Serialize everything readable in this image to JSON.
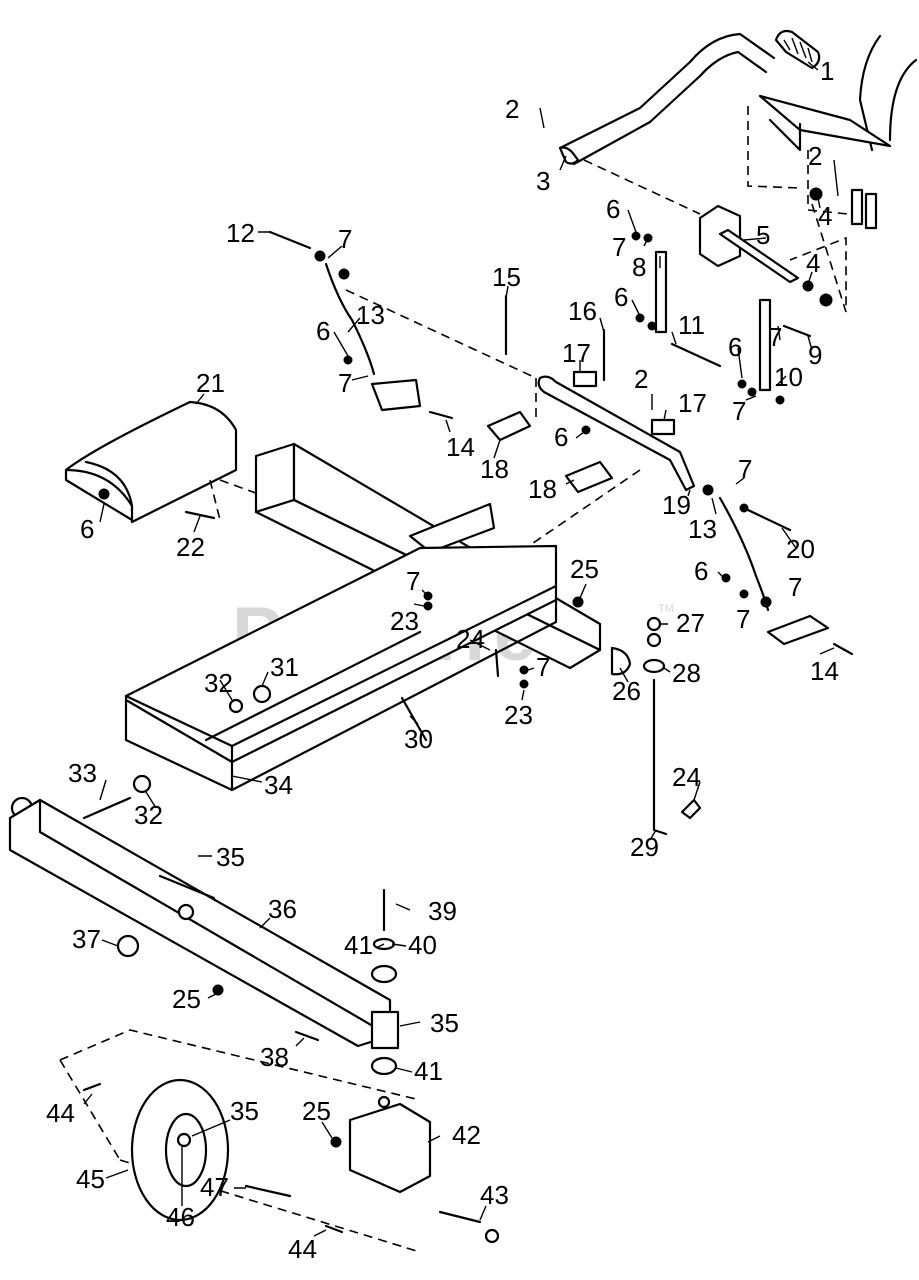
{
  "watermark": "PartsTree",
  "watermark_mark": "TM",
  "callouts": {
    "c1": "1",
    "c2a": "2",
    "c3": "3",
    "c2b": "2",
    "c4a": "4",
    "c5": "5",
    "c4b": "4",
    "c6a": "6",
    "c7a": "7",
    "c8": "8",
    "c12": "12",
    "c7b": "7",
    "c15": "15",
    "c16": "16",
    "c6b": "6",
    "c11": "11",
    "c7c": "7",
    "c9": "9",
    "c13a": "13",
    "c6c": "6",
    "c7d": "7",
    "c17a": "17",
    "c2c": "2",
    "c17b": "17",
    "c6d": "6",
    "c10": "10",
    "c7e": "7",
    "c21": "21",
    "c14a": "14",
    "c18a": "18",
    "c6e": "6",
    "c18b": "18",
    "c19": "19",
    "c7f": "7",
    "c13b": "13",
    "c20": "20",
    "c6f": "6",
    "c22": "22",
    "c6g": "6",
    "c25a": "25",
    "c7g": "7",
    "c7h": "7",
    "c23a": "23",
    "c27": "27",
    "c24a": "24",
    "c32a": "32",
    "c31": "31",
    "c7i": "7",
    "c26": "26",
    "c28": "28",
    "c14b": "14",
    "c23b": "23",
    "c30": "30",
    "c24b": "24",
    "c33": "33",
    "c34": "34",
    "c32b": "32",
    "c29": "29",
    "c35a": "35",
    "c39": "39",
    "c36": "36",
    "c41a": "41",
    "c40": "40",
    "c37": "37",
    "c25b": "25",
    "c35b": "35",
    "c38": "38",
    "c41b": "41",
    "c44a": "44",
    "c35c": "35",
    "c25c": "25",
    "c42": "42",
    "c45": "45",
    "c46": "46",
    "c47": "47",
    "c43": "43",
    "c44b": "44"
  },
  "colors": {
    "line": "#000000",
    "watermark": "#d8d8d8",
    "background": "#ffffff"
  }
}
